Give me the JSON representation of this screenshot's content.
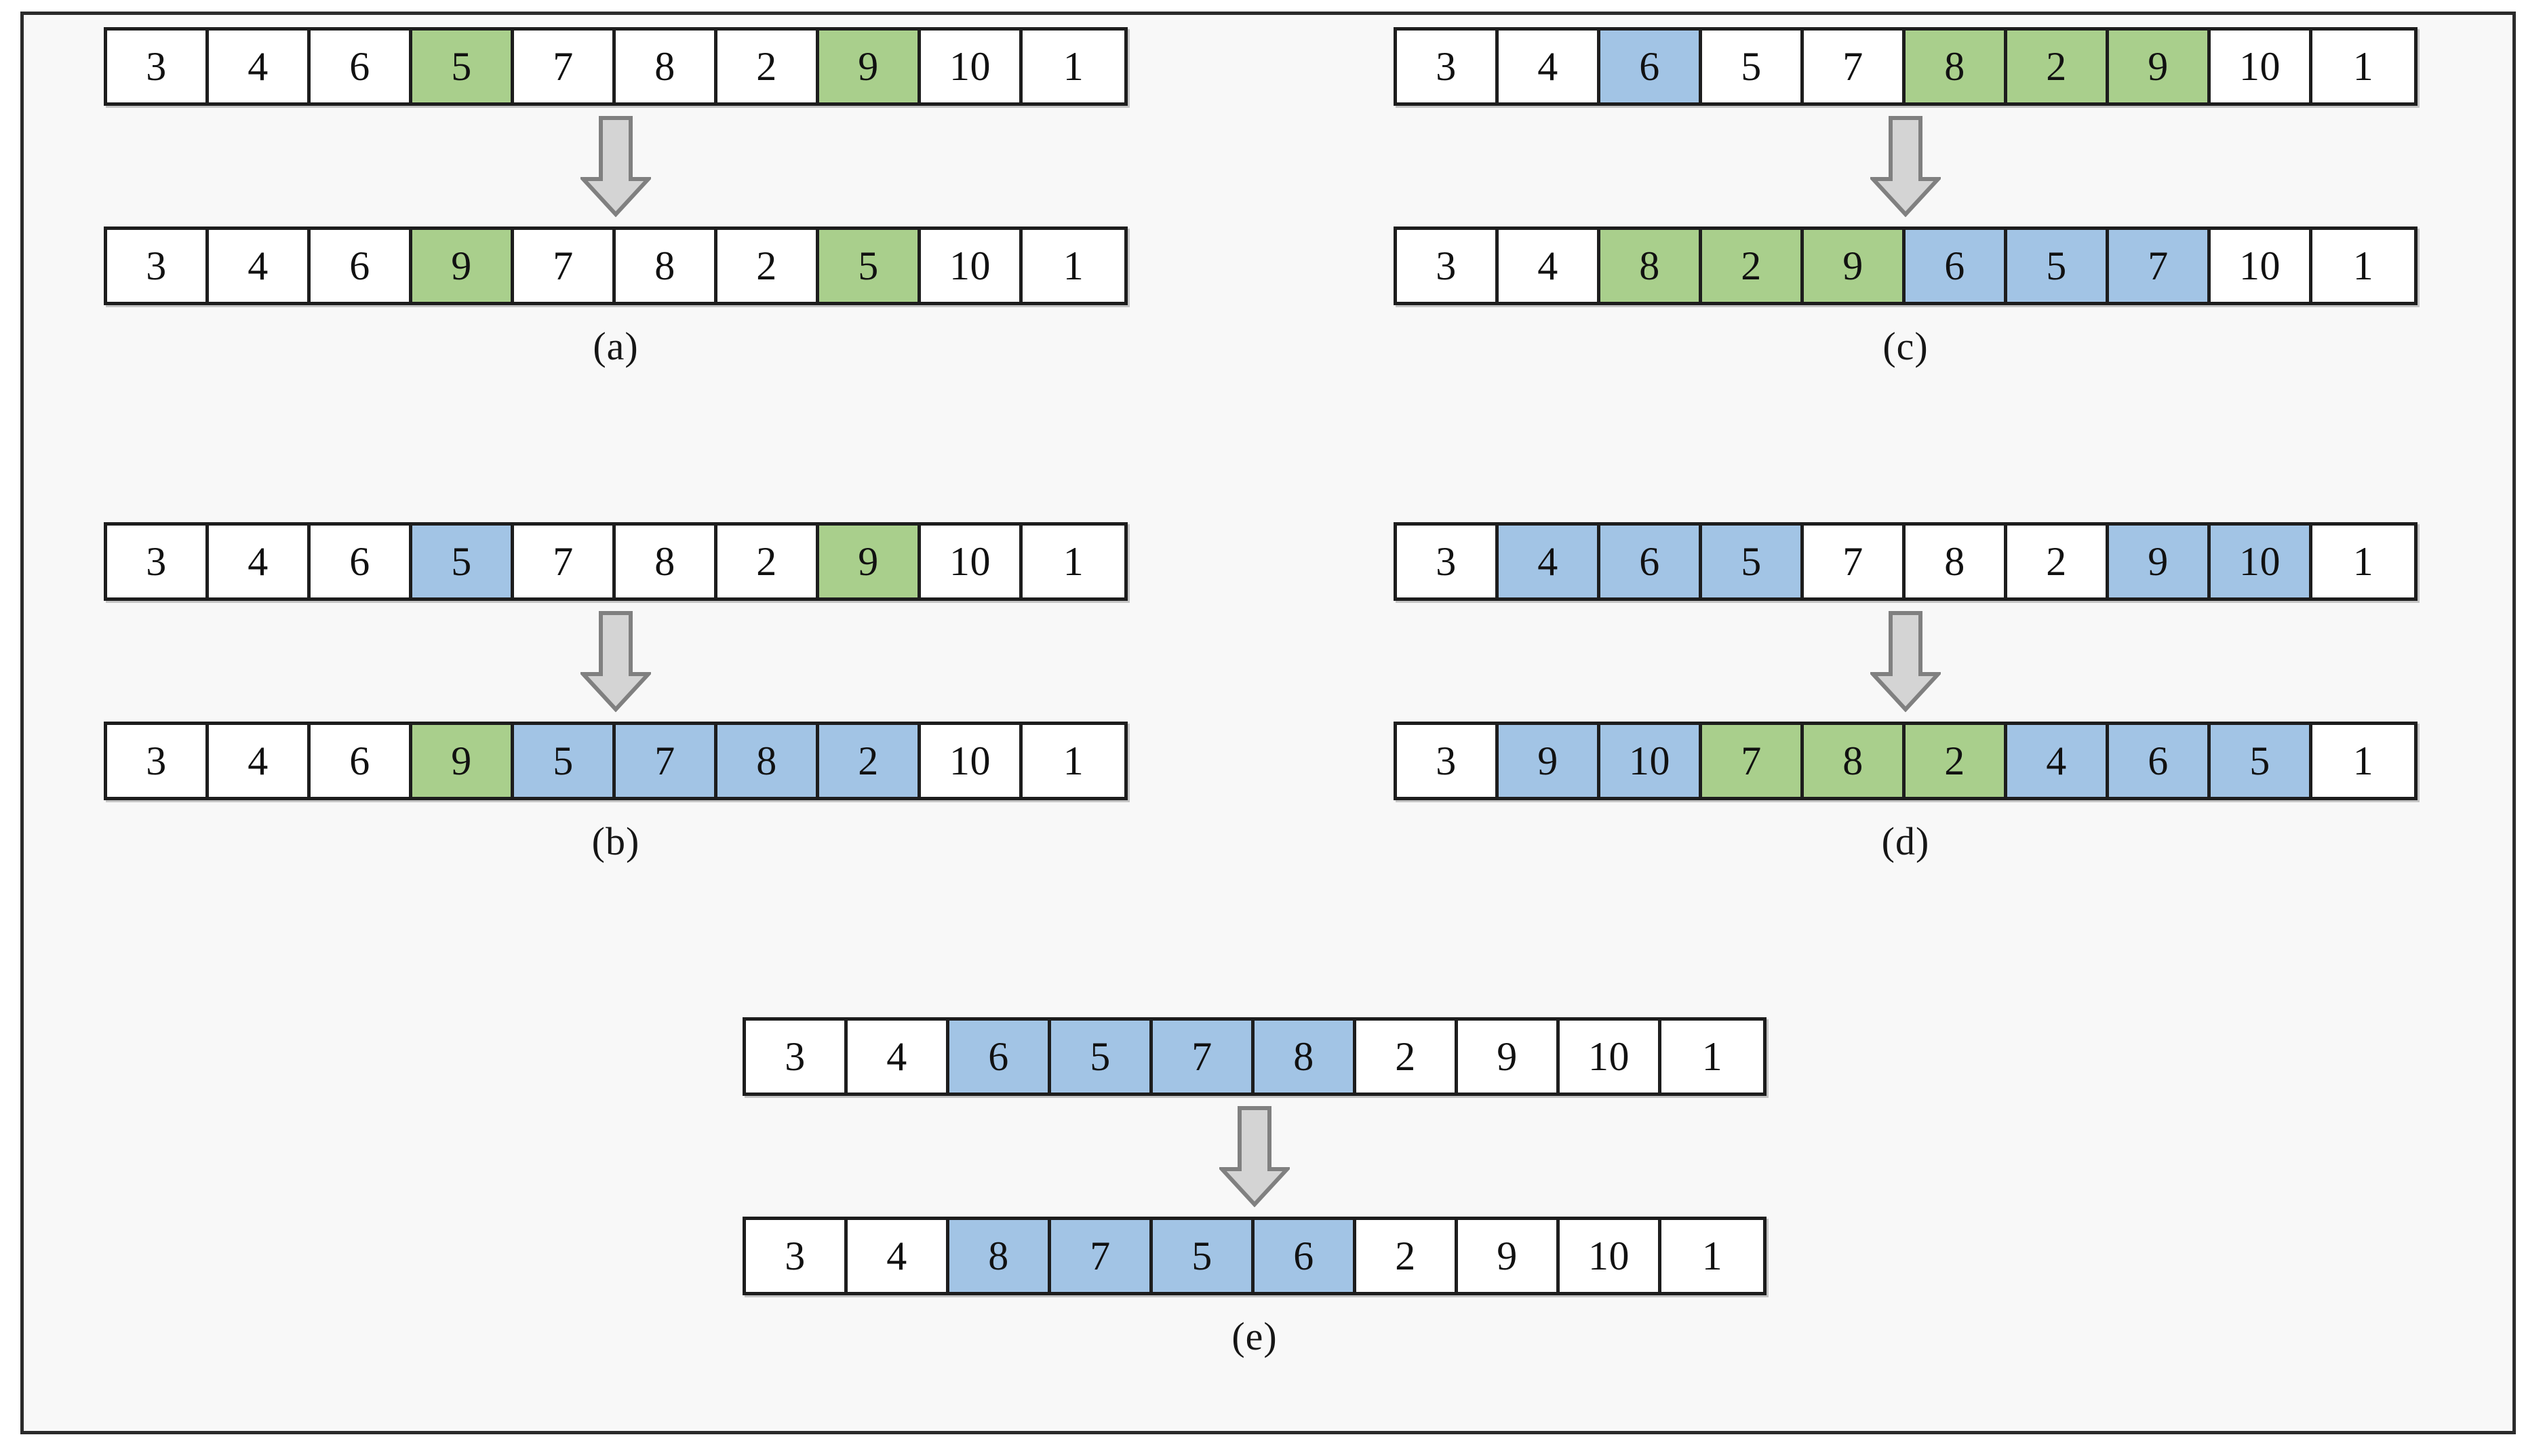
{
  "figure": {
    "background_color": "#f8f8f8",
    "frame_border_color": "#2b2b2b",
    "cell_border_color": "#1d1d1d",
    "highlight_green": "#a9cf8c",
    "highlight_blue": "#a2c4e5",
    "arrow_fill": "#d4d4d4",
    "arrow_stroke": "#808080",
    "arrow_icon_name": "down-arrow-icon"
  },
  "panels": [
    {
      "id": "a",
      "caption": "(a)",
      "before": {
        "values": [
          "3",
          "4",
          "6",
          "5",
          "7",
          "8",
          "2",
          "9",
          "10",
          "1"
        ],
        "highlights": [
          "none",
          "none",
          "none",
          "green",
          "none",
          "none",
          "none",
          "green",
          "none",
          "none"
        ]
      },
      "after": {
        "values": [
          "3",
          "4",
          "6",
          "9",
          "7",
          "8",
          "2",
          "5",
          "10",
          "1"
        ],
        "highlights": [
          "none",
          "none",
          "none",
          "green",
          "none",
          "none",
          "none",
          "green",
          "none",
          "none"
        ]
      }
    },
    {
      "id": "b",
      "caption": "(b)",
      "before": {
        "values": [
          "3",
          "4",
          "6",
          "5",
          "7",
          "8",
          "2",
          "9",
          "10",
          "1"
        ],
        "highlights": [
          "none",
          "none",
          "none",
          "blue",
          "none",
          "none",
          "none",
          "green",
          "none",
          "none"
        ]
      },
      "after": {
        "values": [
          "3",
          "4",
          "6",
          "9",
          "5",
          "7",
          "8",
          "2",
          "10",
          "1"
        ],
        "highlights": [
          "none",
          "none",
          "none",
          "green",
          "blue",
          "blue",
          "blue",
          "blue",
          "none",
          "none"
        ]
      }
    },
    {
      "id": "c",
      "caption": "(c)",
      "before": {
        "values": [
          "3",
          "4",
          "6",
          "5",
          "7",
          "8",
          "2",
          "9",
          "10",
          "1"
        ],
        "highlights": [
          "none",
          "none",
          "blue",
          "none",
          "none",
          "green",
          "green",
          "green",
          "none",
          "none"
        ]
      },
      "after": {
        "values": [
          "3",
          "4",
          "8",
          "2",
          "9",
          "6",
          "5",
          "7",
          "10",
          "1"
        ],
        "highlights": [
          "none",
          "none",
          "green",
          "green",
          "green",
          "blue",
          "blue",
          "blue",
          "none",
          "none"
        ]
      }
    },
    {
      "id": "d",
      "caption": "(d)",
      "before": {
        "values": [
          "3",
          "4",
          "6",
          "5",
          "7",
          "8",
          "2",
          "9",
          "10",
          "1"
        ],
        "highlights": [
          "none",
          "blue",
          "blue",
          "blue",
          "none",
          "none",
          "none",
          "blue",
          "blue",
          "none"
        ]
      },
      "after": {
        "values": [
          "3",
          "9",
          "10",
          "7",
          "8",
          "2",
          "4",
          "6",
          "5",
          "1"
        ],
        "highlights": [
          "none",
          "blue",
          "blue",
          "green",
          "green",
          "green",
          "blue",
          "blue",
          "blue",
          "none"
        ]
      }
    },
    {
      "id": "e",
      "caption": "(e)",
      "before": {
        "values": [
          "3",
          "4",
          "6",
          "5",
          "7",
          "8",
          "2",
          "9",
          "10",
          "1"
        ],
        "highlights": [
          "none",
          "none",
          "blue",
          "blue",
          "blue",
          "blue",
          "none",
          "none",
          "none",
          "none"
        ]
      },
      "after": {
        "values": [
          "3",
          "4",
          "8",
          "7",
          "5",
          "6",
          "2",
          "9",
          "10",
          "1"
        ],
        "highlights": [
          "none",
          "none",
          "blue",
          "blue",
          "blue",
          "blue",
          "none",
          "none",
          "none",
          "none"
        ]
      }
    }
  ]
}
